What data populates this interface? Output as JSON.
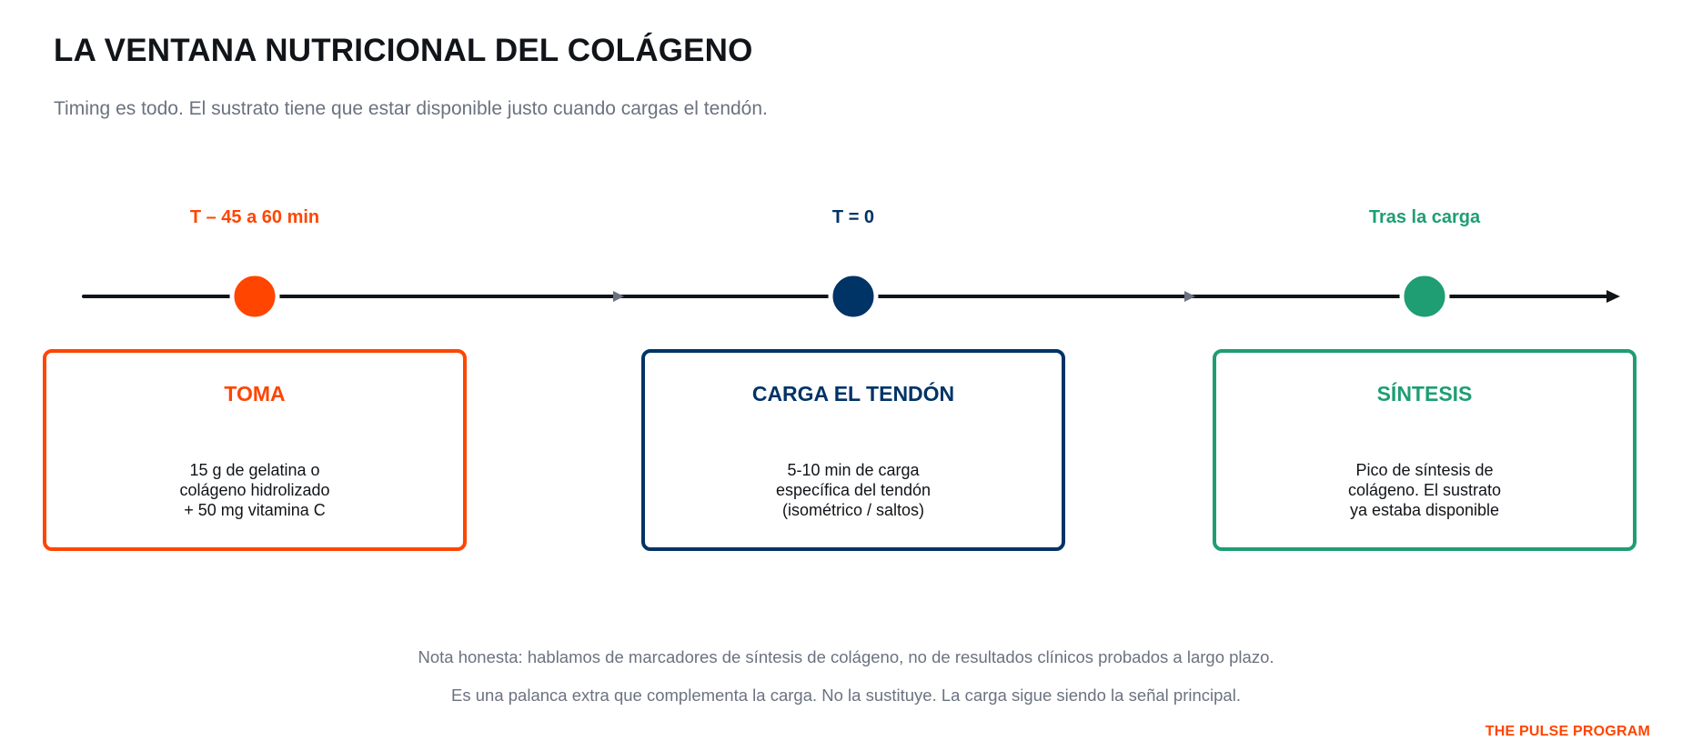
{
  "colors": {
    "toma": "#ff4500",
    "carga": "#003366",
    "sintesis": "#1e9e72",
    "line": "#111418",
    "muted": "#6b7280"
  },
  "header": {
    "title": "LA VENTANA NUTRICIONAL DEL COLÁGENO",
    "subtitle": "Timing es todo. El sustrato tiene que estar disponible justo cuando cargas el tendón."
  },
  "steps": [
    {
      "time": "T – 45 a 60 min",
      "title": "TOMA",
      "lines": [
        "15 g de gelatina o",
        "colágeno hidrolizado",
        "+ 50 mg vitamina C"
      ]
    },
    {
      "time": "T = 0",
      "title": "CARGA EL TENDÓN",
      "lines": [
        "5-10 min de carga",
        "específica del tendón",
        "(isométrico / saltos)"
      ]
    },
    {
      "time": "Tras la carga",
      "title": "SÍNTESIS",
      "lines": [
        "Pico de síntesis de",
        "colágeno. El sustrato",
        "ya estaba disponible"
      ]
    }
  ],
  "notes": [
    "Nota honesta: hablamos de marcadores de síntesis de colágeno, no de resultados clínicos probados a largo plazo.",
    "Es una palanca extra que complementa la carga. No la sustituye. La carga sigue siendo la señal principal."
  ],
  "brand": "THE PULSE PROGRAM"
}
